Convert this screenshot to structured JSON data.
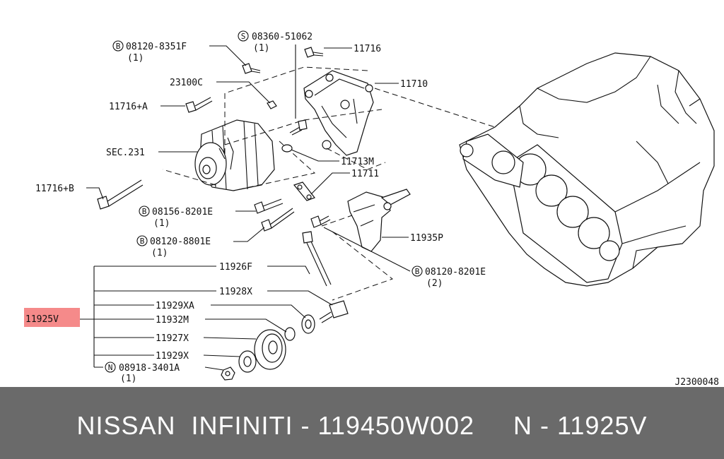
{
  "labels": {
    "p08120_8351f": "08120-8351F",
    "p08120_8351f_qty": "(1)",
    "p08360_51062": "08360-51062",
    "p08360_51062_qty": "(1)",
    "p11716": "11716",
    "p23100c": "23100C",
    "p11710": "11710",
    "p11716a": "11716+A",
    "sec231": "SEC.231",
    "p11713m": "11713M",
    "p11711": "11711",
    "p11716b": "11716+B",
    "p08156_8201e": "08156-8201E",
    "p08156_8201e_qty": "(1)",
    "p08120_8801e": "08120-8801E",
    "p08120_8801e_qty": "(1)",
    "p11935p": "11935P",
    "p11926f": "11926F",
    "p08120_8201e": "08120-8201E",
    "p08120_8201e_qty": "(2)",
    "p11928x": "11928X",
    "p11929xa": "11929XA",
    "p11925v": "11925V",
    "p11932m": "11932M",
    "p11927x": "11927X",
    "p11929x": "11929X",
    "p08918_3401a": "08918-3401A",
    "p08918_3401a_qty": "(1)",
    "diagram_code": "J2300048"
  },
  "markers": {
    "b": "B",
    "s": "S",
    "n": "N"
  },
  "colors": {
    "highlight": "#f58a8a",
    "footer_bg": "#6a6a6a",
    "footer_text": "#ffffff"
  },
  "footer": {
    "text": "NISSAN  INFINITI - 119450W002     N - 11925V"
  }
}
